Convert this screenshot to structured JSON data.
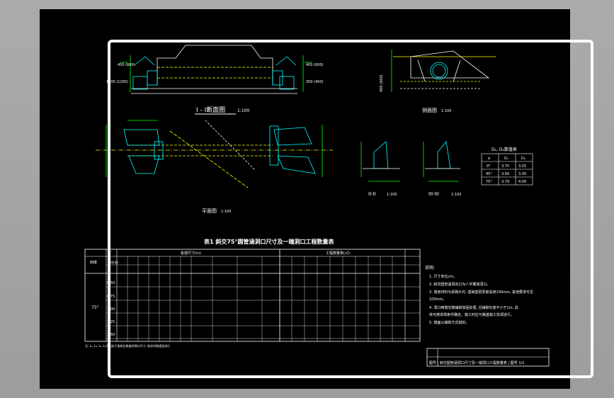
{
  "drawing": {
    "section_title": "I - I断面图",
    "section_scale": "1:100",
    "plan_title": "平面图",
    "plan_scale": "1:100",
    "elevation_title": "侧面图",
    "elevation_scale": "1:100",
    "detail2_title": "II-II",
    "detail2_scale": "1:100",
    "detail3_title": "III-III",
    "detail3_scale": "1:100",
    "dims": {
      "d1": "450 (600)",
      "d2": "1000 (1200)",
      "d3": "400 (600)",
      "d4": "300 (400)",
      "d5": "400 (600)"
    },
    "small_table": {
      "title": "D₁, D₂数值表",
      "headers": [
        "α",
        "D₁",
        "D₂"
      ],
      "rows": [
        [
          "0°",
          "3.75",
          "3.25"
        ],
        [
          "45°",
          "3.60",
          "3.30"
        ],
        [
          "75°",
          "3.79",
          "4.00"
        ]
      ]
    },
    "main_table": {
      "title": "表1 斜交75°圆管涵洞口尺寸及一端洞口工程数量表",
      "col_headers": [
        "斜度",
        "孔径(米)",
        "各部尺寸(m)",
        "工程数量表(㎥)"
      ],
      "angle": "75°",
      "row_groups": [
        "0.50",
        "0.75",
        "1.00",
        "1.25",
        "1.50"
      ]
    },
    "notes": [
      "说明:",
      "1. 尺寸单位cm。",
      "2. 斜交圆管涵洞出口为八字翼墙洞口。",
      "3. 墙身材料为浆砌片石, 基础垫层厚度采用100mm, 其他要求可见",
      "   100mm。",
      "4. 洞口两侧应做铺砌加固处理, 且铺砌长度不小于1m, 具",
      "   体可按现场条件确定。施工时应与路基施工协调进行。",
      "5. 端面以铺砌方式组织。"
    ],
    "table_footnote": "注: L₁, L₂, L₃, L₄为相应于各斜交角度的洞口尺寸, 斜交时按规定执行",
    "title_block": "图号 | 斜交圆管涵洞口尺寸及一端洞口工程数量表 | 图号 1/2"
  }
}
